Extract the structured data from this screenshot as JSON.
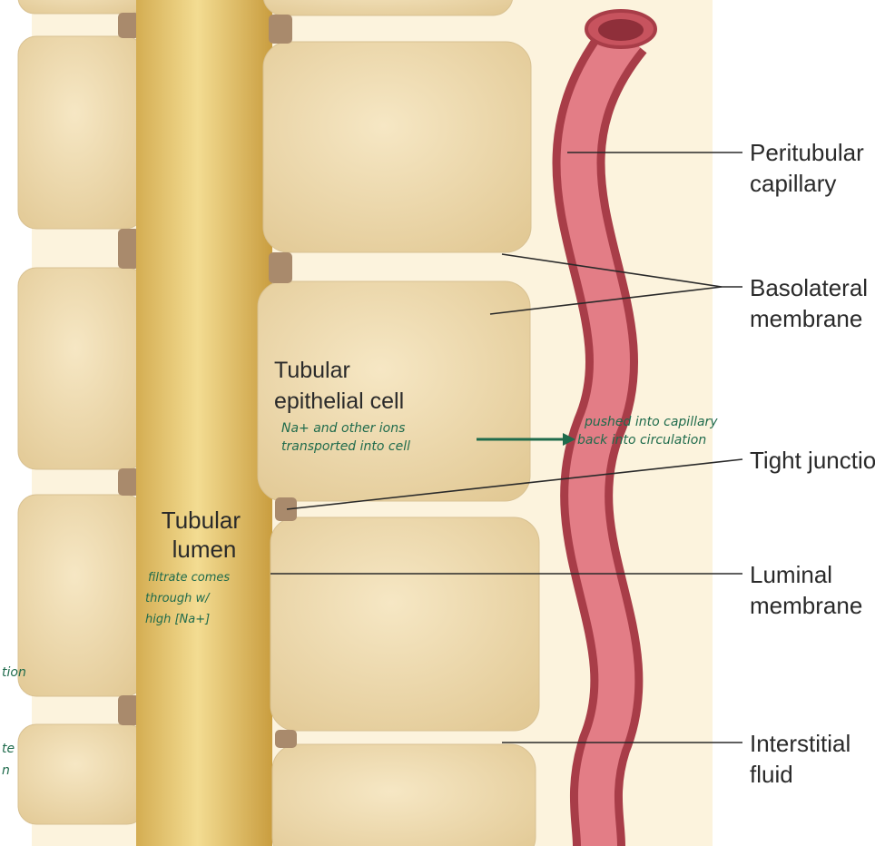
{
  "labels": {
    "peritubular": [
      "Peritubular",
      "capillary"
    ],
    "basolateral": [
      "Basolateral",
      "membrane"
    ],
    "tight": [
      "Tight junction"
    ],
    "luminal": [
      "Luminal",
      "membrane"
    ],
    "interstitial": [
      "Interstitial",
      "fluid"
    ],
    "cell": [
      "Tubular",
      "epithelial cell"
    ],
    "lumen": [
      "Tubular",
      "lumen"
    ]
  },
  "notes": {
    "cell": [
      "Na+ and other ions",
      "transported into cell"
    ],
    "capillary": [
      "pushed into capillary",
      "back into circulation"
    ],
    "lumen": [
      "filtrate comes",
      "through w/",
      "high [Na+]"
    ],
    "left_partial": [
      "tion",
      "te",
      "n"
    ]
  },
  "colors": {
    "background": "#fcf3dd",
    "cell": "#ecd9b0",
    "cell_edge": "#d8c192",
    "lumen": "#e6c56f",
    "junction": "#a98a6c",
    "capillary": "#d9636d",
    "capillary_dark": "#a83d48",
    "arrow": "#1f6b4c",
    "leader": "#2a2a2a"
  }
}
